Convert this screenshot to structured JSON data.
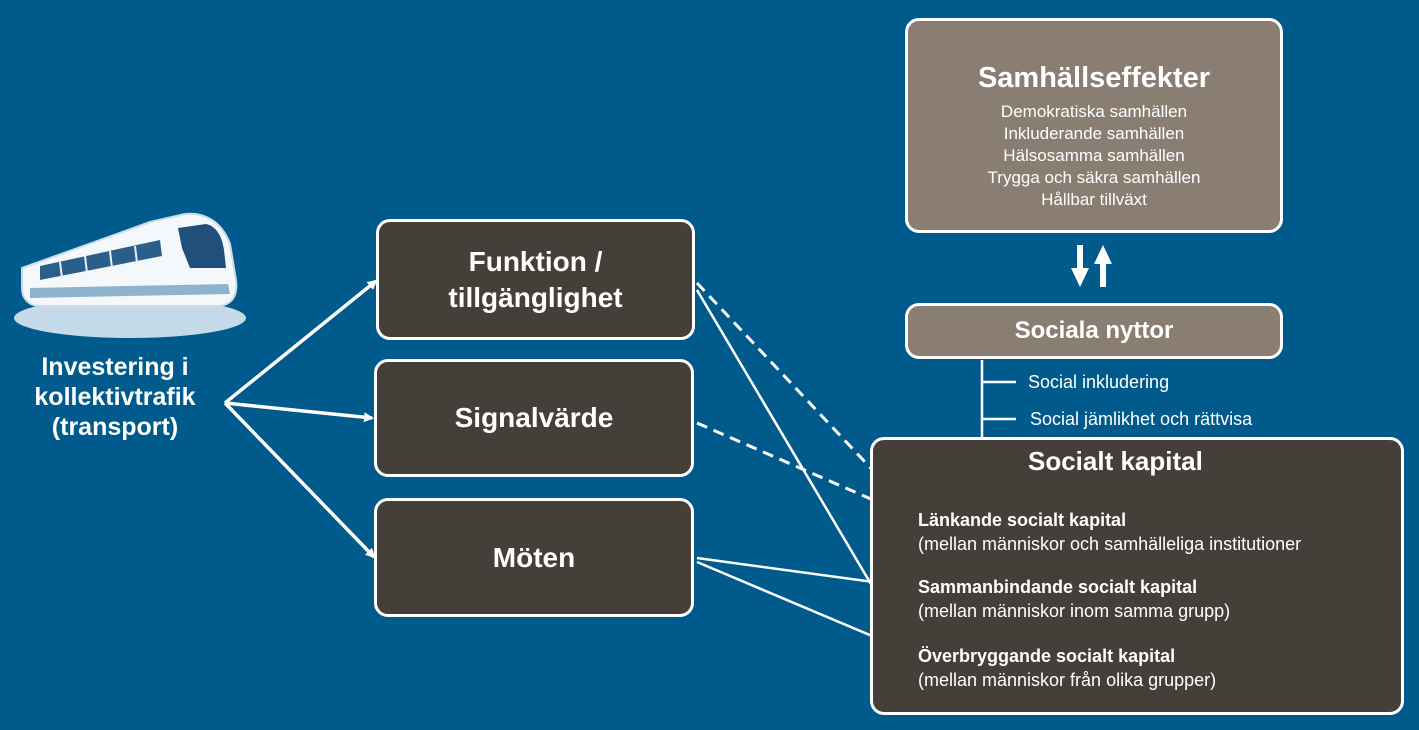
{
  "colors": {
    "background": "#005a8c",
    "dark_box": "#453f3a",
    "tan_box": "#8a7e73",
    "border": "#ffffff"
  },
  "source": {
    "icon": "train-icon",
    "label_lines": [
      "Investering i",
      "kollektivtrafik",
      "(transport)"
    ]
  },
  "mechanisms": [
    {
      "label_lines": [
        "Funktion /",
        "tillgänglighet"
      ]
    },
    {
      "label_lines": [
        "Signalvärde"
      ]
    },
    {
      "label_lines": [
        "Möten"
      ]
    }
  ],
  "samhallseffekter": {
    "title": "Samhällseffekter",
    "items": [
      "Demokratiska samhällen",
      "Inkluderande samhällen",
      "Hälsosamma samhällen",
      "Trygga och säkra samhällen",
      "Hållbar tillväxt"
    ]
  },
  "sociala_nyttor": {
    "title": "Sociala nyttor",
    "items": [
      "Social inkludering",
      "Social jämlikhet och rättvisa"
    ]
  },
  "socialt_kapital": {
    "title": "Socialt kapital",
    "types": [
      {
        "name": "Länkande socialt kapital",
        "desc": "(mellan människor och samhälleliga institutioner"
      },
      {
        "name": "Sammanbindande socialt kapital",
        "desc": "(mellan människor inom samma grupp)"
      },
      {
        "name": "Överbryggande socialt kapital",
        "desc": "(mellan människor från olika grupper)"
      }
    ]
  }
}
